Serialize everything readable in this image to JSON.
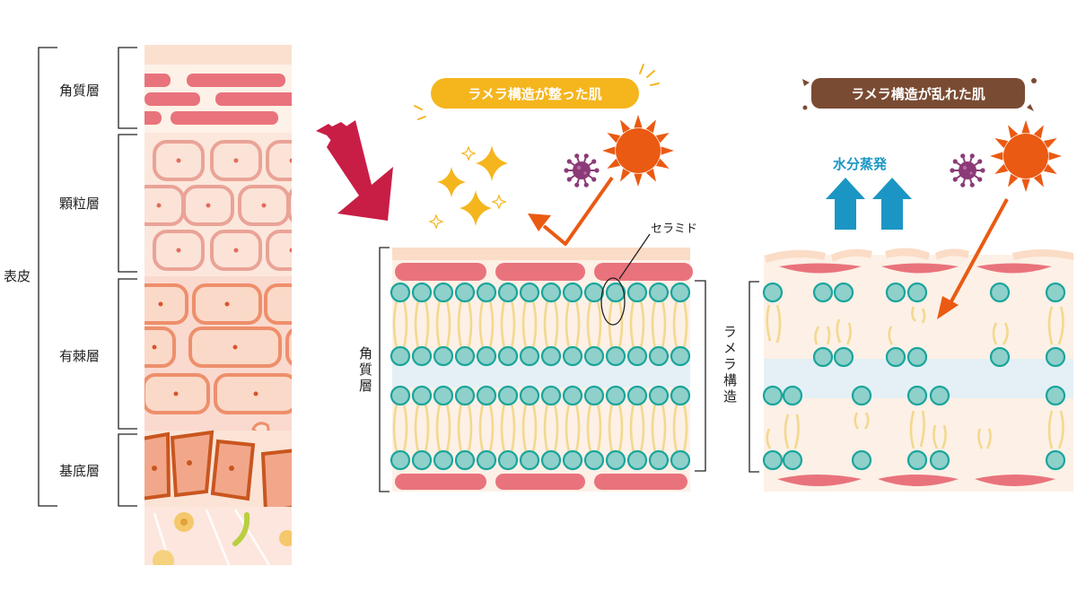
{
  "labels": {
    "epidermis": "表皮",
    "stratum_corneum": "角質層",
    "stratum_granulosum": "顆粒層",
    "stratum_spinosum": "有棘層",
    "stratum_basale": "基底層",
    "corneum_vertical": "角質層",
    "lamellar_vertical": "ラメラ構造",
    "ceramide": "セラミド",
    "water_evaporation": "水分蒸発"
  },
  "banners": {
    "healthy": "ラメラ構造が整った肌",
    "damaged": "ラメラ構造が乱れた肌"
  },
  "colors": {
    "healthy_banner": "#f5b51d",
    "damaged_banner": "#7a4b33",
    "pointer_arrow": "#c81e45",
    "sun": "#ea5a12",
    "virus": "#8a3b77",
    "lipid_head": "#8fd0cb",
    "lipid_tail": "#f2d98e",
    "water_arrow": "#1b96c4",
    "keratin": "#e9737c"
  },
  "icons": [
    "sun-icon",
    "virus-icon",
    "sparkle-icon",
    "up-arrow-icon",
    "down-right-arrow-icon"
  ]
}
